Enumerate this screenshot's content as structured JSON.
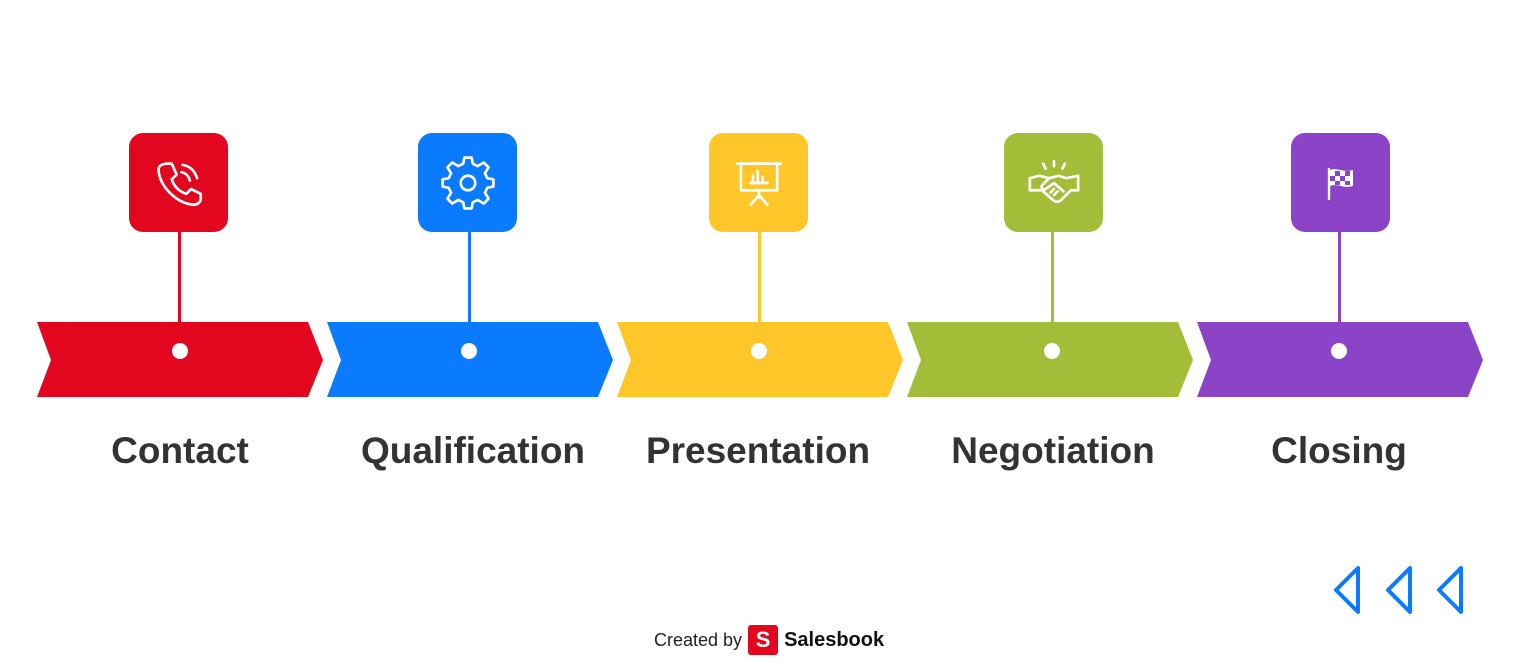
{
  "stages": [
    {
      "label": "Contact",
      "color": "#e3061f",
      "icon": "phone-icon"
    },
    {
      "label": "Qualification",
      "color": "#0a7bff",
      "icon": "gear-icon"
    },
    {
      "label": "Presentation",
      "color": "#ffc629",
      "icon": "presentation-board-icon"
    },
    {
      "label": "Negotiation",
      "color": "#a4bd38",
      "icon": "handshake-icon"
    },
    {
      "label": "Closing",
      "color": "#8b43c8",
      "icon": "checkered-flag-icon"
    }
  ],
  "nav": {
    "arrow_color": "#0a7bff",
    "arrow_icon": "triangle-left-outline-icon"
  },
  "footer": {
    "created_by": "Created by",
    "brand": "Salesbook",
    "logo_letter": "S",
    "logo_color": "#e3061f"
  }
}
